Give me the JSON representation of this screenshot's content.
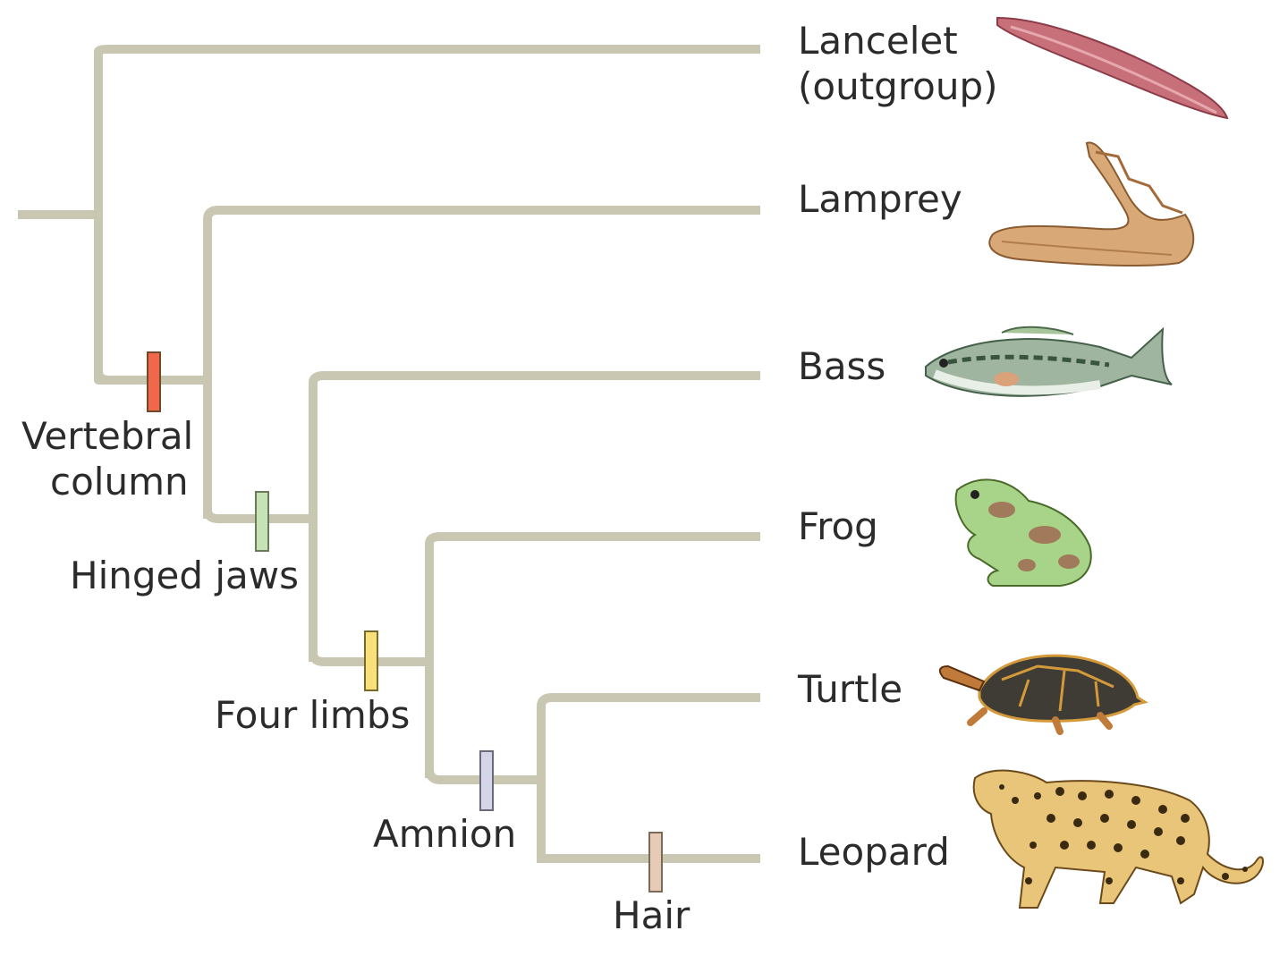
{
  "colors": {
    "branch": "#c9c6b2",
    "text": "#2b2b2b",
    "marker_vertebral_column": "#f0674b",
    "marker_hinged_jaws": "#c5e3b4",
    "marker_four_limbs": "#f8e07a",
    "marker_amnion": "#d3d6e8",
    "marker_hair": "#e8cbb7"
  },
  "taxa": [
    {
      "line1": "Lancelet",
      "line2": "(outgroup)",
      "icon": "lancelet-image"
    },
    {
      "line1": "Lamprey",
      "icon": "lamprey-image"
    },
    {
      "line1": "Bass",
      "icon": "bass-image"
    },
    {
      "line1": "Frog",
      "icon": "frog-image"
    },
    {
      "line1": "Turtle",
      "icon": "turtle-image"
    },
    {
      "line1": "Leopard",
      "icon": "leopard-image"
    }
  ],
  "traits": [
    {
      "line1": "Vertebral",
      "line2": "column"
    },
    {
      "line1": "Hinged jaws"
    },
    {
      "line1": "Four limbs"
    },
    {
      "line1": "Amnion"
    },
    {
      "line1": "Hair"
    }
  ]
}
